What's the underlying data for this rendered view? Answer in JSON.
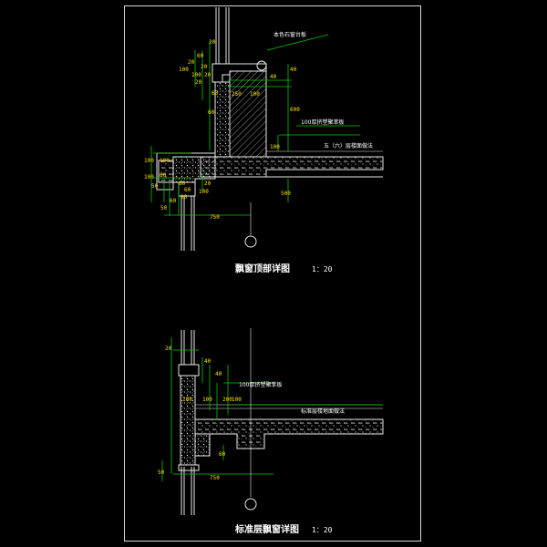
{
  "details": [
    {
      "title": "飘窗顶部详图",
      "scale": "1：20",
      "notes": {
        "sill_board": "本色石窗台板",
        "insulation": "100厚挤塑聚苯板",
        "roof": "五（六）层楼面做法"
      },
      "dims": [
        "20",
        "60",
        "20",
        "20",
        "100",
        "100",
        "20",
        "20",
        "60",
        "40",
        "250",
        "100",
        "600",
        "40",
        "100",
        "60",
        "100",
        "100",
        "60",
        "100",
        "50",
        "60",
        "20",
        "60",
        "100",
        "60",
        "20",
        "50",
        "500",
        "750"
      ]
    },
    {
      "title": "标准层飘窗详图",
      "scale": "1：20",
      "notes": {
        "insulation": "100厚挤塑聚苯板",
        "floor": "标准层楼地面做法"
      },
      "dims": [
        "20",
        "40",
        "40",
        "100",
        "100",
        "200",
        "100",
        "60",
        "50",
        "750"
      ]
    }
  ]
}
